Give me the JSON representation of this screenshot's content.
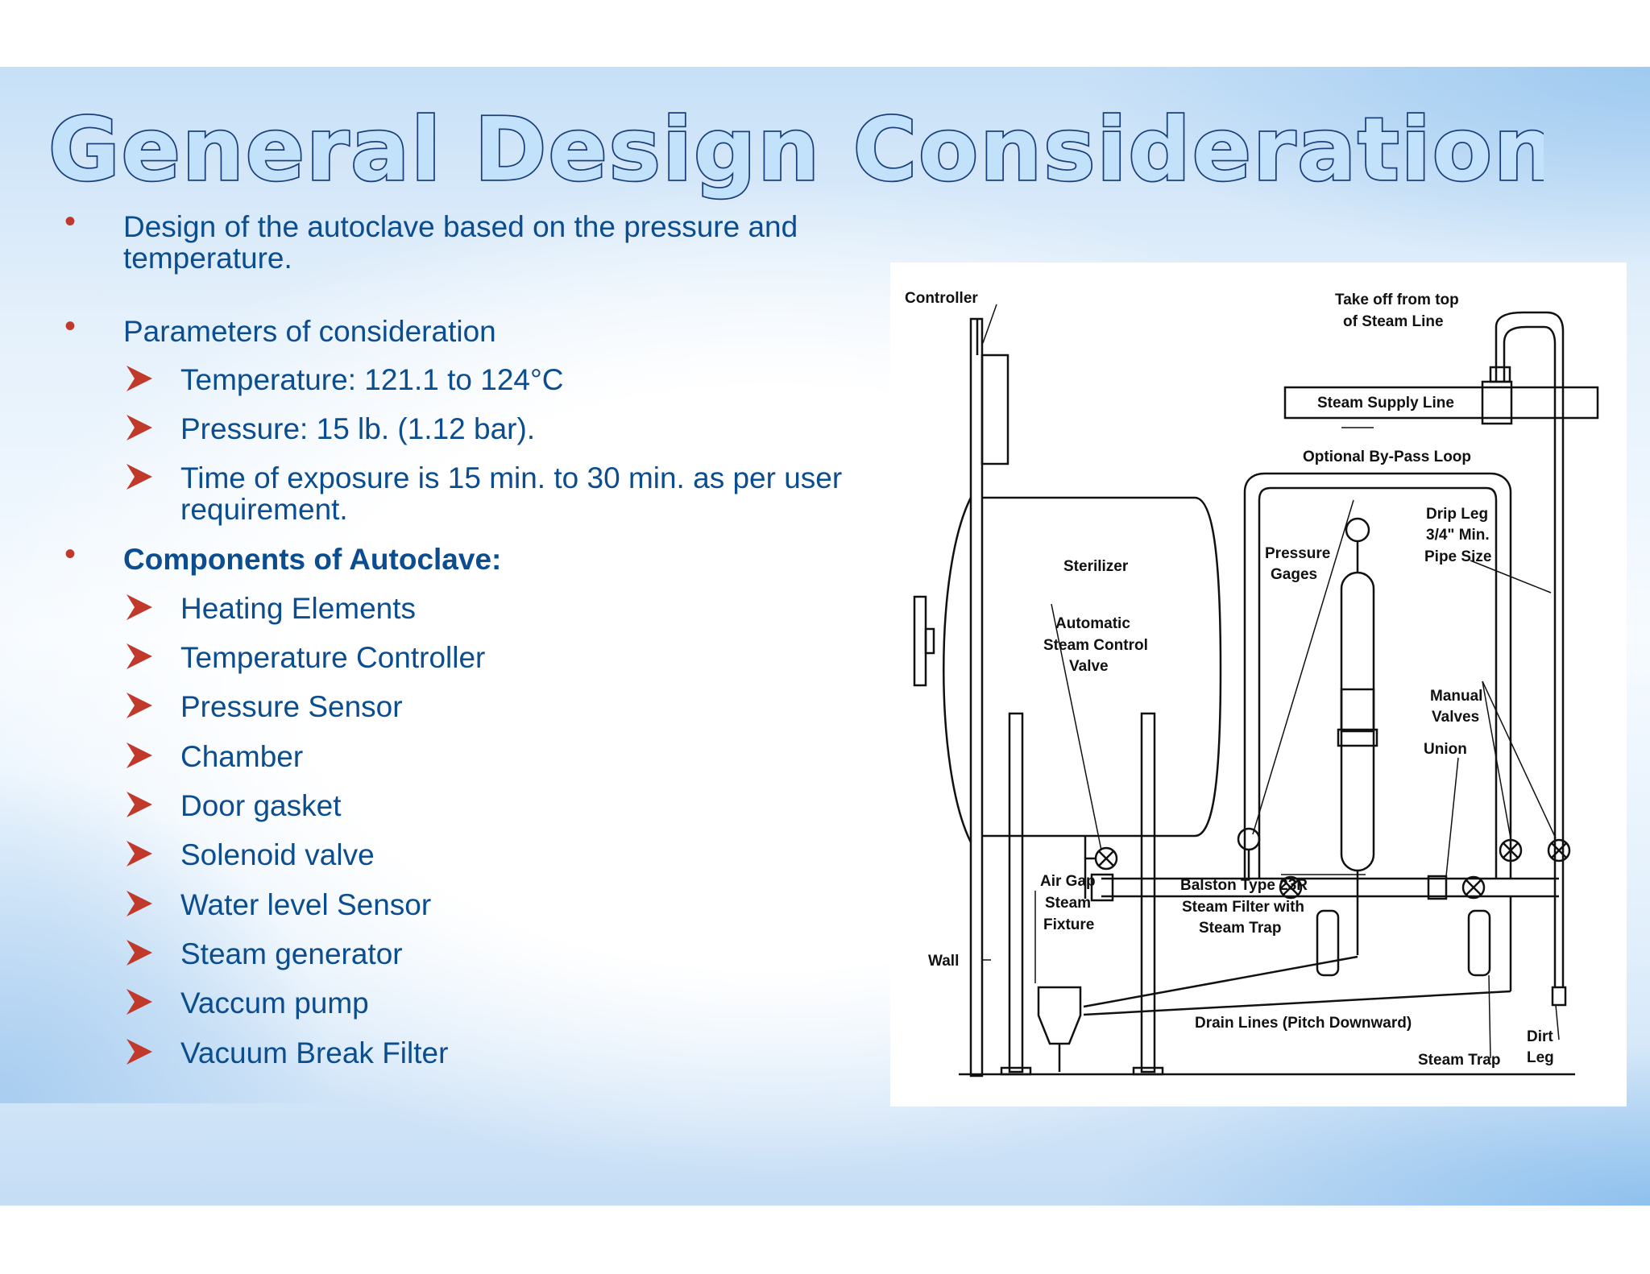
{
  "slide": {
    "title": "General Design Consideration",
    "bullets": [
      {
        "text": "Design of the autoclave based on the pressure and temperature."
      },
      {
        "text": "Parameters of consideration",
        "sub": [
          "Temperature: 121.1 to 124°C",
          "Pressure: 15 lb. (1.12 bar).",
          "Time of exposure is 15 min. to 30 min. as per user requirement."
        ]
      },
      {
        "text": "Components of Autoclave:",
        "sub": [
          "Heating Elements",
          "Temperature Controller",
          "Pressure Sensor",
          "Chamber",
          "Door gasket",
          "Solenoid valve",
          "Water level Sensor",
          "Steam generator",
          "Vaccum pump",
          "Vacuum Break Filter"
        ]
      }
    ]
  },
  "diagram": {
    "labels": {
      "controller": "Controller",
      "take_off_1": "Take off from top",
      "take_off_2": "of Steam Line",
      "steam_supply": "Steam Supply Line",
      "bypass": "Optional By-Pass Loop",
      "drip_1": "Drip Leg",
      "drip_2": "3/4\" Min.",
      "drip_3": "Pipe Size",
      "sterilizer": "Sterilizer",
      "pressure_1": "Pressure",
      "pressure_2": "Gages",
      "auto_1": "Automatic",
      "auto_2": "Steam Control",
      "auto_3": "Valve",
      "manual_1": "Manual",
      "manual_2": "Valves",
      "union": "Union",
      "airgap_1": "Air Gap",
      "airgap_2": "Steam",
      "airgap_3": "Fixture",
      "balston_1": "Balston Type 23R",
      "balston_2": "Steam Filter with",
      "balston_3": "Steam Trap",
      "wall": "Wall",
      "drain": "Drain Lines (Pitch Downward)",
      "steam_trap": "Steam Trap",
      "dirt_1": "Dirt",
      "dirt_2": "Leg"
    }
  },
  "colors": {
    "title_fill": "#c2e2fb",
    "title_stroke": "#1a3f7a",
    "text": "#0b4d8f",
    "bullet": "#c0392b"
  }
}
